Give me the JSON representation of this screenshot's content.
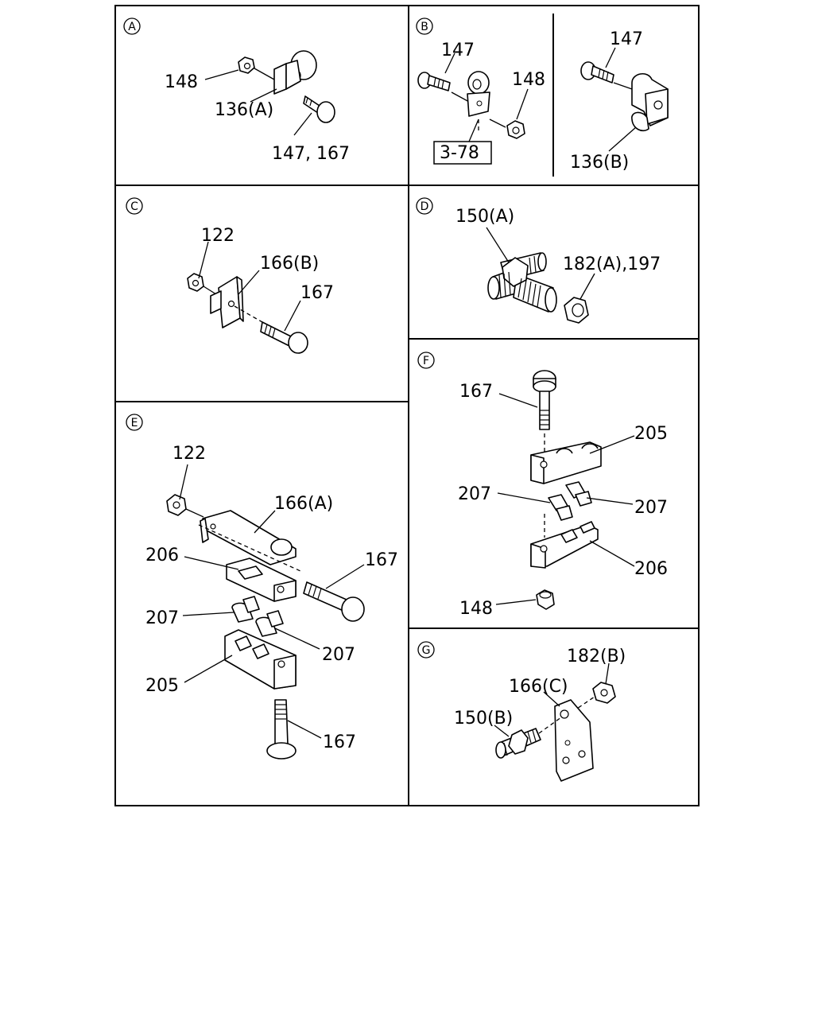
{
  "panels": {
    "a": {
      "letter": "A",
      "labels": [
        "148",
        "136(A)",
        "147, 167"
      ]
    },
    "b": {
      "letter": "B",
      "labels": [
        "147",
        "148",
        "3-78",
        "147",
        "136(B)"
      ]
    },
    "c": {
      "letter": "C",
      "labels": [
        "122",
        "166(B)",
        "167"
      ]
    },
    "d": {
      "letter": "D",
      "labels": [
        "150(A)",
        "182(A),197"
      ]
    },
    "e": {
      "letter": "E",
      "labels": [
        "122",
        "166(A)",
        "206",
        "167",
        "207",
        "207",
        "205",
        "167"
      ]
    },
    "f": {
      "letter": "F",
      "labels": [
        "167",
        "205",
        "207",
        "207",
        "206",
        "148"
      ]
    },
    "g": {
      "letter": "G",
      "labels": [
        "182(B)",
        "166(C)",
        "150(B)"
      ]
    }
  }
}
